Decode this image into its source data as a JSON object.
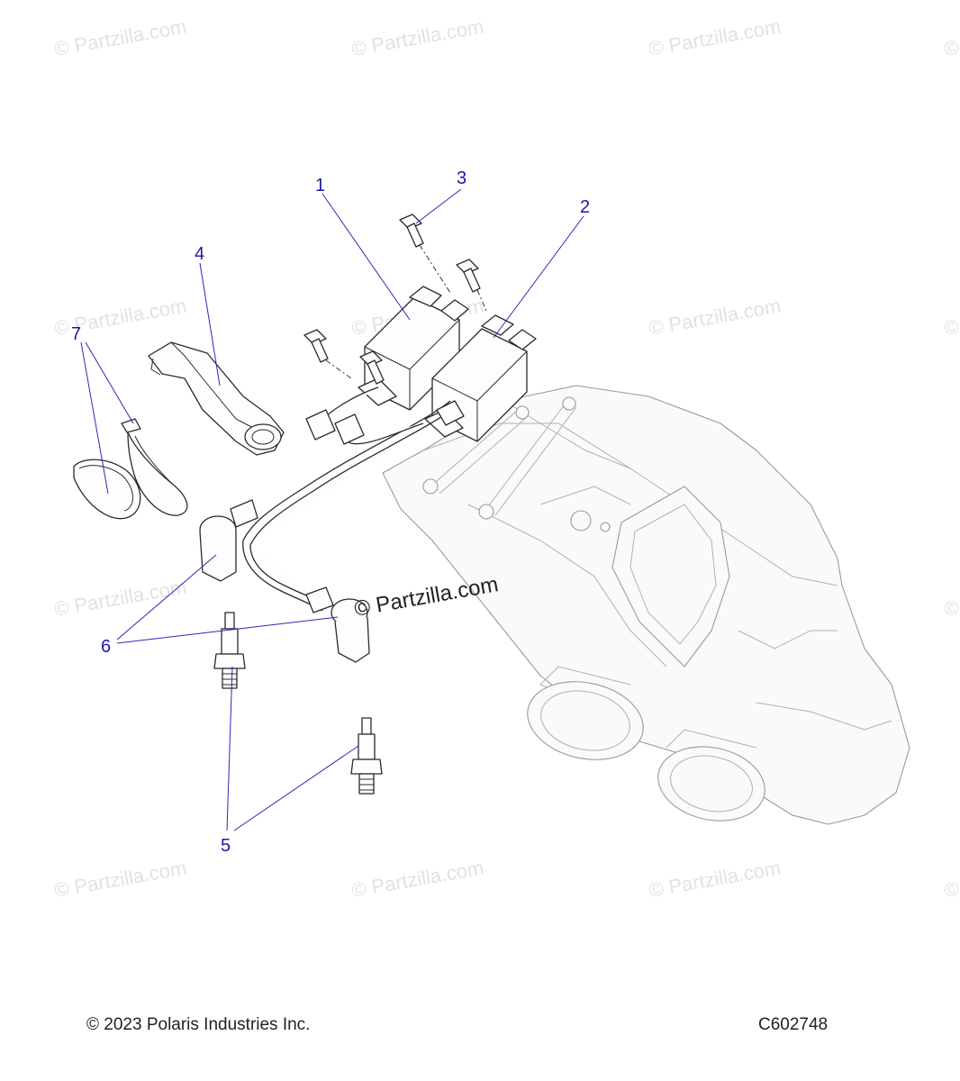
{
  "watermark_text": "© Partzilla.com",
  "center_watermark_text": "© Partzilla.com",
  "callouts": [
    "1",
    "2",
    "3",
    "4",
    "5",
    "6",
    "7"
  ],
  "footer": {
    "copyright": "© 2023 Polaris Industries Inc.",
    "diagram_code": "C602748"
  },
  "colors": {
    "callout": "#1a1aa8",
    "leader": "#2a2ab8",
    "watermark": "#e2e2e2"
  }
}
